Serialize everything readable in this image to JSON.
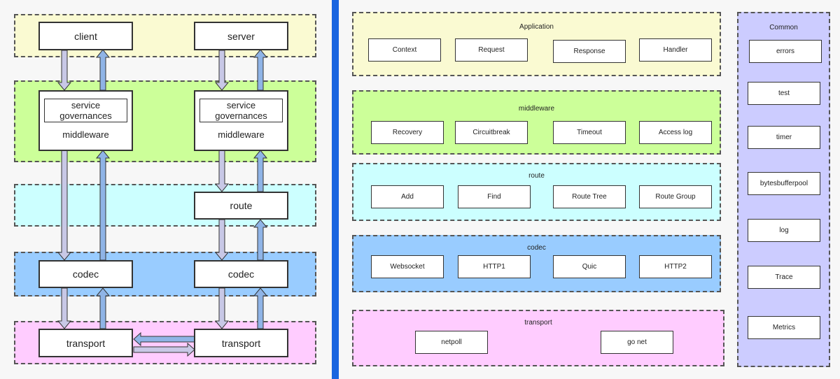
{
  "left": {
    "client": "client",
    "server": "server",
    "service_governances": "service\ngovernances",
    "middleware_client": "middleware",
    "middleware_server": "middleware",
    "route": "route",
    "codec_client": "codec",
    "codec_server": "codec",
    "transport_client": "transport",
    "transport_server": "transport"
  },
  "middle": {
    "application": {
      "title": "Application",
      "items": [
        "Context",
        "Request",
        "Response",
        "Handler"
      ]
    },
    "middleware": {
      "title": "middleware",
      "items": [
        "Recovery",
        "Circuitbreak",
        "Timeout",
        "Access log"
      ]
    },
    "route": {
      "title": "route",
      "items": [
        "Add",
        "Find",
        "Route Tree",
        "Route Group"
      ]
    },
    "codec": {
      "title": "codec",
      "items": [
        "Websocket",
        "HTTP1",
        "Quic",
        "HTTP2"
      ]
    },
    "transport": {
      "title": "transport",
      "items": [
        "netpoll",
        "go net"
      ]
    }
  },
  "common": {
    "title": "Common",
    "items": [
      "errors",
      "test",
      "timer",
      "bytesbufferpool",
      "log",
      "Trace",
      "Metrics"
    ]
  },
  "colors": {
    "yellow": "#fafad2",
    "green": "#ccff99",
    "cyan": "#ccffff",
    "blue": "#99ccff",
    "pink": "#ffccff",
    "lavender": "#ccccff",
    "divider": "#1a66e0",
    "arrow_down": "#c8c8e6",
    "arrow_up": "#8fb4e6"
  }
}
